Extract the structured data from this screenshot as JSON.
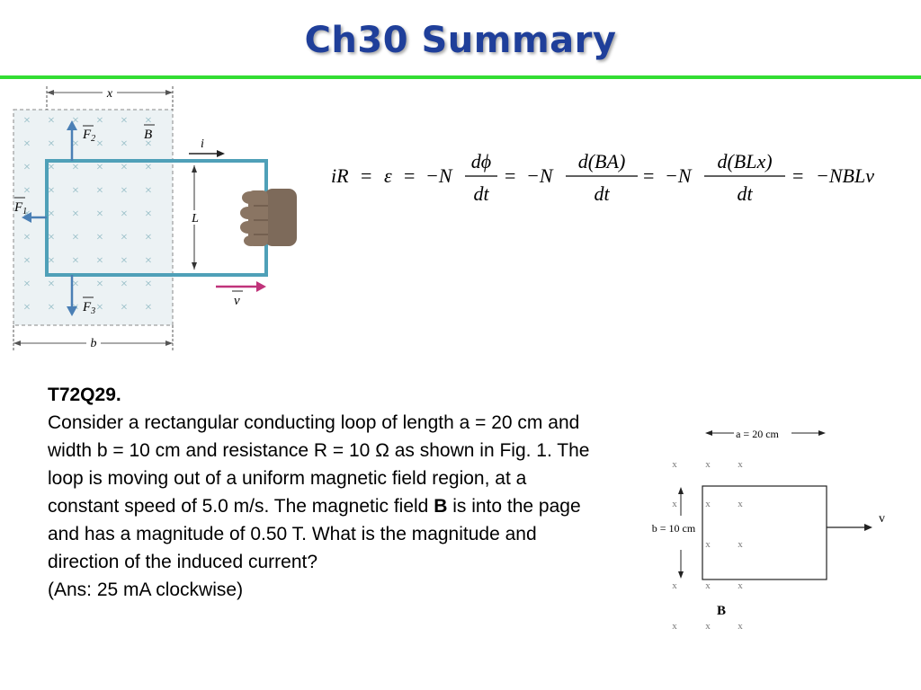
{
  "slide": {
    "title": "Ch30 Summary",
    "accent_color": "#33dd33",
    "title_color": "#1f3f9a"
  },
  "figure1": {
    "x_label": "x",
    "b_label": "b",
    "L_label": "L",
    "i_label": "i",
    "F1_label": "F",
    "F1_sub": "1",
    "F2_label": "F",
    "F2_sub": "2",
    "F3_label": "F",
    "F3_sub": "3",
    "B_label": "B",
    "v_label": "v",
    "field_marker": "×",
    "hand_icon": "hand-icon"
  },
  "equation": {
    "lhs": "iR",
    "eq": "=",
    "emf": "ε",
    "minus_N": "−N",
    "num1": "dϕ",
    "num2": "d(BA)",
    "num3": "d(BLx)",
    "den": "dt",
    "rhs": "−NBLv"
  },
  "problem": {
    "id": "T72Q29.",
    "text_before_B": "Consider a rectangular conducting loop of length a = 20 cm and width b = 10 cm and resistance R = 10 Ω as shown in Fig. 1. The loop is moving out of a uniform magnetic field region, at a constant speed of 5.0 m/s. The magnetic field ",
    "bold_B": "B",
    "text_after_B": " is into the page and has a magnitude of 0.50 T. What is the magnitude and direction of the induced current?",
    "answer": "(Ans: 25 mA clockwise)"
  },
  "figure2": {
    "a_label": "a = 20 cm",
    "b_label": "b = 10 cm",
    "v_label": "v",
    "B_label": "B",
    "field_marker": "x"
  }
}
